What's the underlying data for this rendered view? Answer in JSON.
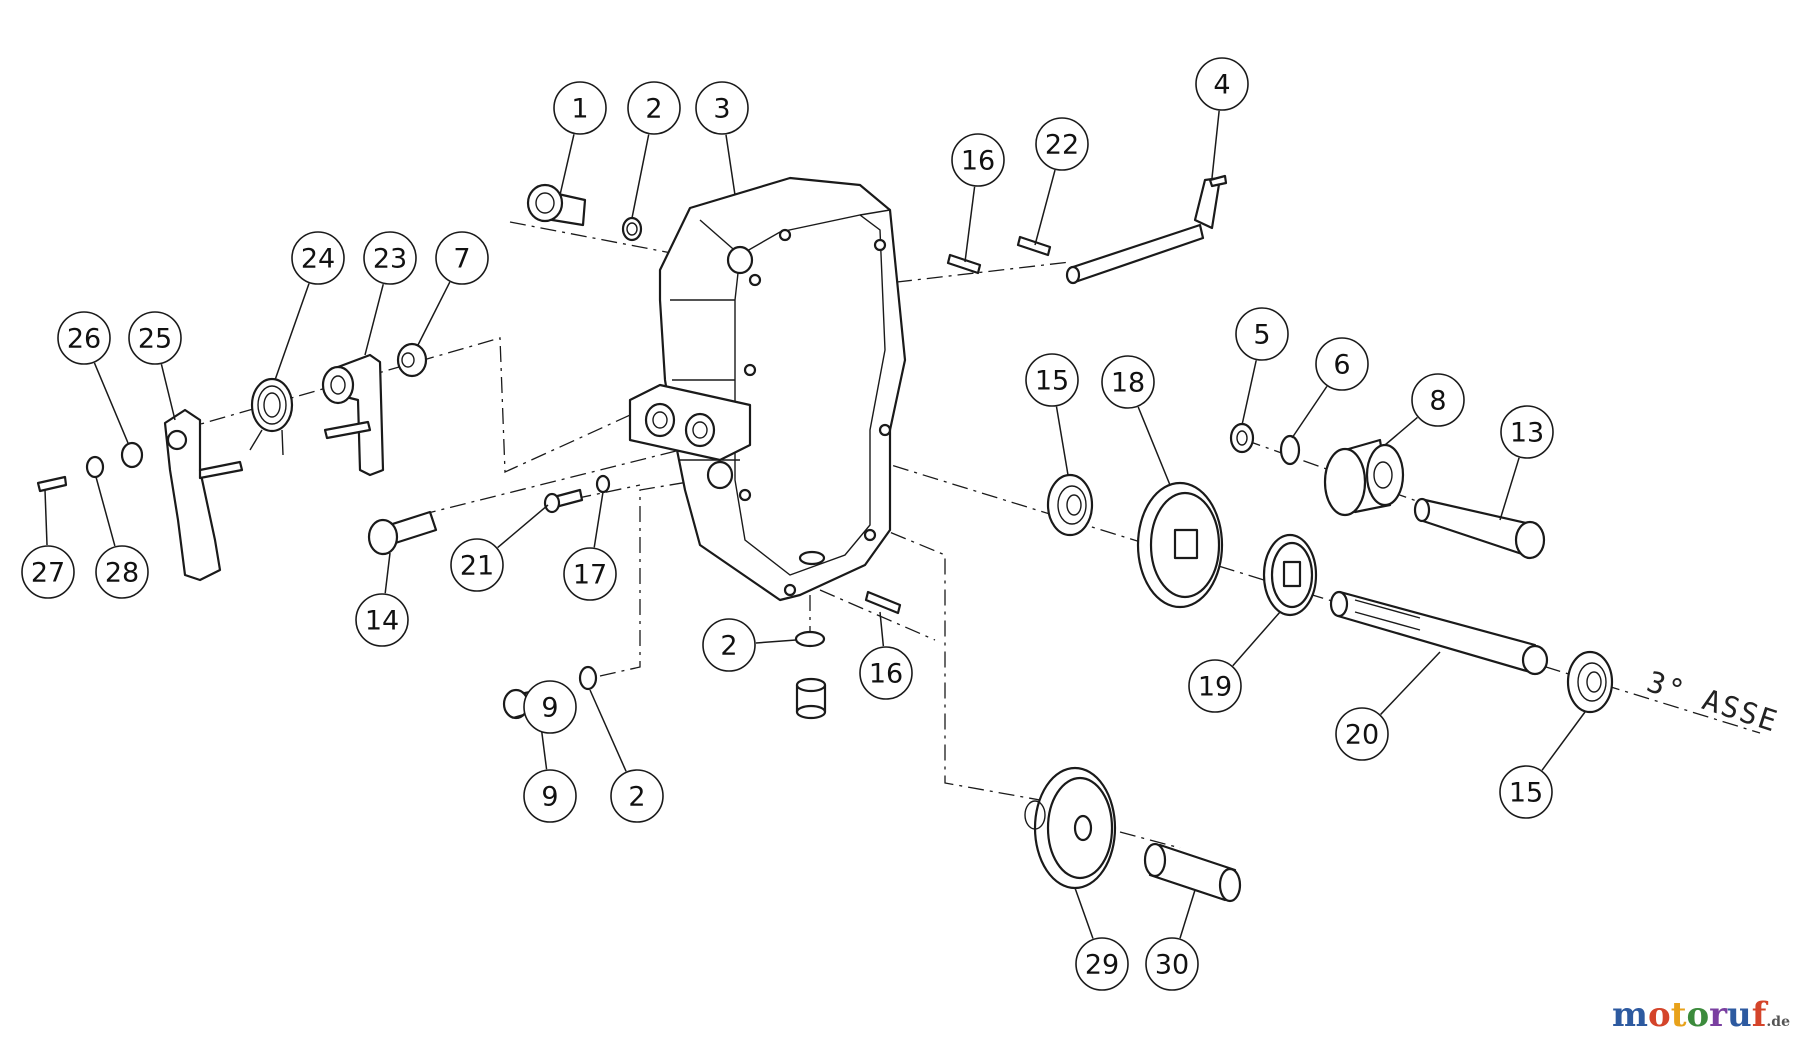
{
  "diagram": {
    "axis_label": "3° ASSE",
    "callouts": [
      "1",
      "2",
      "3",
      "4",
      "16",
      "22",
      "24",
      "23",
      "7",
      "26",
      "25",
      "5",
      "6",
      "8",
      "15",
      "18",
      "13",
      "27",
      "28",
      "21",
      "17",
      "14",
      "2",
      "16",
      "19",
      "20",
      "9",
      "9",
      "2",
      "15",
      "29",
      "30"
    ]
  },
  "watermark": {
    "letters": [
      "m",
      "o",
      "t",
      "o",
      "r",
      "u",
      "f"
    ],
    "tld": ".de"
  }
}
